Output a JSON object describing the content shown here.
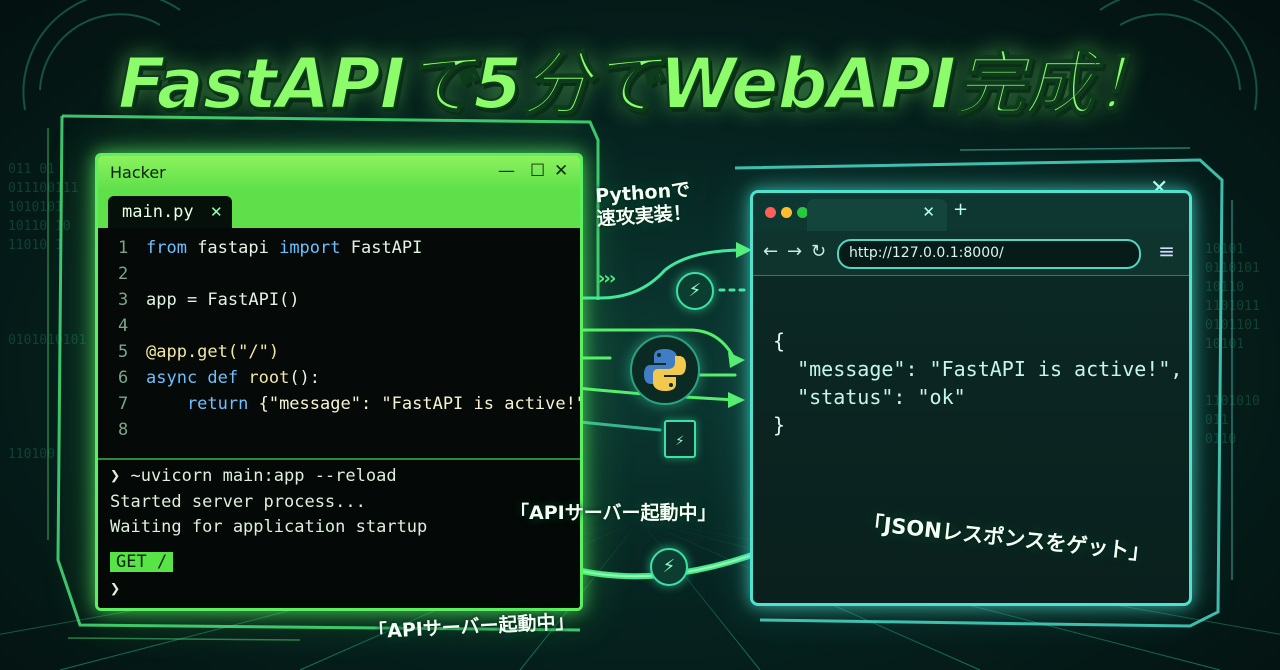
{
  "headline": "FastAPIで5分でWebAPI完成！",
  "editor": {
    "window_title": "Hacker",
    "controls": {
      "minimize": "—",
      "maximize": "☐",
      "close": "✕"
    },
    "tab": {
      "label": "main.py",
      "close": "✕"
    },
    "lines": [
      {
        "n": "1",
        "parts": [
          {
            "t": "from",
            "c": "kw"
          },
          {
            "t": " fastapi ",
            "c": ""
          },
          {
            "t": "import",
            "c": "kw"
          },
          {
            "t": " FastAPI",
            "c": ""
          }
        ]
      },
      {
        "n": "2",
        "parts": []
      },
      {
        "n": "3",
        "parts": [
          {
            "t": "app = FastAPI()",
            "c": ""
          }
        ]
      },
      {
        "n": "4",
        "parts": []
      },
      {
        "n": "5",
        "parts": [
          {
            "t": "@app.get(\"/\")",
            "c": "fn"
          }
        ]
      },
      {
        "n": "6",
        "parts": [
          {
            "t": "async def ",
            "c": "kw"
          },
          {
            "t": "root",
            "c": "fn"
          },
          {
            "t": "():",
            "c": ""
          }
        ]
      },
      {
        "n": "7",
        "parts": [
          {
            "t": "    return ",
            "c": "kw"
          },
          {
            "t": "{\"message\": \"FastAPI is active!\"}",
            "c": "st"
          }
        ]
      },
      {
        "n": "8",
        "parts": []
      }
    ],
    "terminal": {
      "command": "❯ ~uvicorn main:app --reload",
      "line1": "Started server process...",
      "line2": "Waiting for application startup",
      "request": "GET /",
      "prompt": "❯"
    }
  },
  "browser": {
    "url": "http://127.0.0.1:8000/",
    "tab_close": "✕",
    "new_tab": "+",
    "nav": {
      "back": "←",
      "forward": "→",
      "reload": "↻",
      "menu": "≡"
    },
    "outer_close": "✕",
    "json_lines": [
      {
        "t": "{",
        "c": ""
      },
      {
        "t": "  \"message\": \"FastAPI is active!\",",
        "c": "jk"
      },
      {
        "t": "  \"status\": \"ok\"",
        "c": "jk"
      },
      {
        "t": "}",
        "c": ""
      }
    ]
  },
  "labels": {
    "python_line1": "Pythonで",
    "python_line2": "速攻実装！",
    "api_server_mid": "「APIサーバー起動中」",
    "api_server_bottom": "「APIサーバー起動中」",
    "json_response": "「JSONレスポンスをゲット」"
  },
  "binary": {
    "left": [
      "011 01",
      "011100111",
      "1010101",
      "10110 10",
      "11010 1",
      "",
      "",
      "",
      "",
      "0101010101",
      "",
      "",
      "",
      "",
      "",
      "110100"
    ],
    "right": [
      "10101",
      "0110101",
      "10110",
      "1101011",
      "0101101",
      "10101",
      "",
      "",
      "1101010",
      "011",
      "0110"
    ]
  },
  "colors": {
    "title": "#8dfc6a",
    "editor_border": "#5cf060",
    "browser_border": "#4fe2cf"
  },
  "icons": [
    "lightning-icon",
    "python-logo-icon",
    "file-lightning-icon",
    "chevrons-icon"
  ]
}
